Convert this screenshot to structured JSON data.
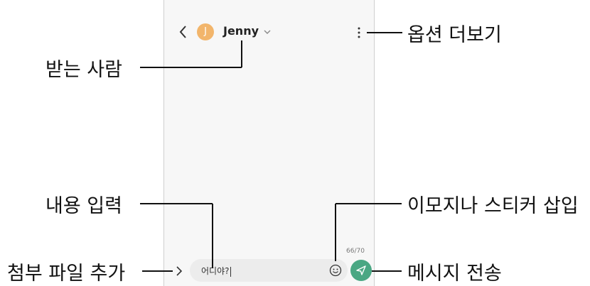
{
  "header": {
    "avatar_letter": "J",
    "contact_name": "Jenny"
  },
  "composer": {
    "input_value": "어디야?",
    "char_count": "66/70"
  },
  "callouts": {
    "options": "옵션 더보기",
    "recipient": "받는 사람",
    "message_input": "내용 입력",
    "emoji_sticker": "이모지나 스티커 삽입",
    "attach": "첨부 파일 추가",
    "send": "메시지 전송"
  },
  "colors": {
    "avatar": "#f2b56b",
    "send_button": "#4aa783",
    "screen_bg": "#f7f7f7",
    "input_bg": "#ececec"
  },
  "icons": [
    "back-icon",
    "chevron-down-icon",
    "more-options-icon",
    "attach-icon",
    "emoji-icon",
    "send-icon"
  ]
}
